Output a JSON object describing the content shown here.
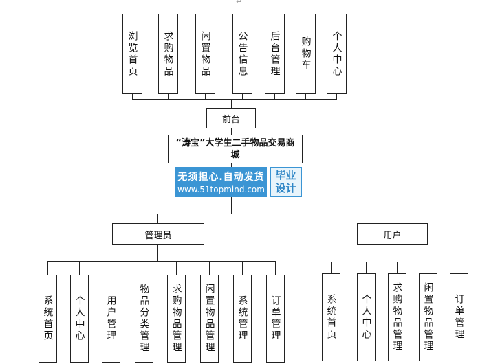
{
  "front": {
    "label": "前台",
    "items": [
      "浏览首页",
      "求购物品",
      "闲置物品",
      "公告信息",
      "后台管理",
      "购物车",
      "个人中心"
    ]
  },
  "root": {
    "label": "“涛宝”大学生二手物品交易商城"
  },
  "admin": {
    "label": "管理员",
    "items": [
      "系统首页",
      "个人中心",
      "用户管理",
      "物品分类管理",
      "求购物品管理",
      "闲置物品管理",
      "系统管理",
      "订单管理"
    ]
  },
  "user": {
    "label": "用户",
    "items": [
      "系统首页",
      "个人中心",
      "求购物品管理",
      "闲置物品管理",
      "订单管理"
    ]
  },
  "watermark": {
    "slogan": "无须担心.自动发货",
    "site": "www.51topmind.com",
    "badge_top": "毕业",
    "badge_bottom": "设计"
  },
  "mark": "↵"
}
